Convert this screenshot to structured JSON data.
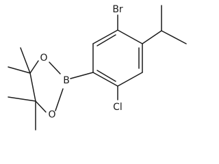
{
  "molecule": {
    "atoms": {
      "br": "Br",
      "cl": "Cl",
      "b": "B",
      "o1": "O",
      "o2": "O"
    }
  }
}
